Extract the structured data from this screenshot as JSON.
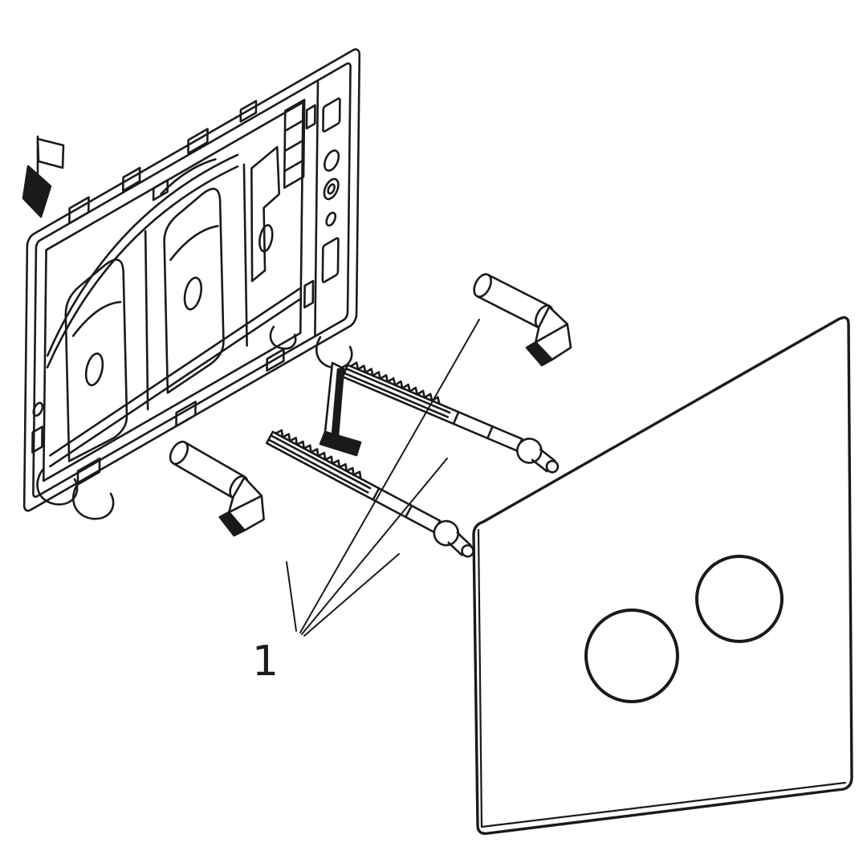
{
  "page": {
    "background": "#ffffff",
    "line_color": "#1a1a1a"
  },
  "diagram": {
    "type": "exploded-assembly-drawing",
    "callout": {
      "label": "1"
    },
    "parts": {
      "mounting_frame": "mounting-frame",
      "fastening_clip": "fastening-clip",
      "pin_right": "actuating-pin",
      "pin_left": "actuating-pin",
      "rod_upper": "toothed-push-rod",
      "rod_lower": "toothed-push-rod",
      "spacer_clip": "spacer-clip",
      "actuator_plate": "actuator-plate-with-two-buttons"
    }
  }
}
